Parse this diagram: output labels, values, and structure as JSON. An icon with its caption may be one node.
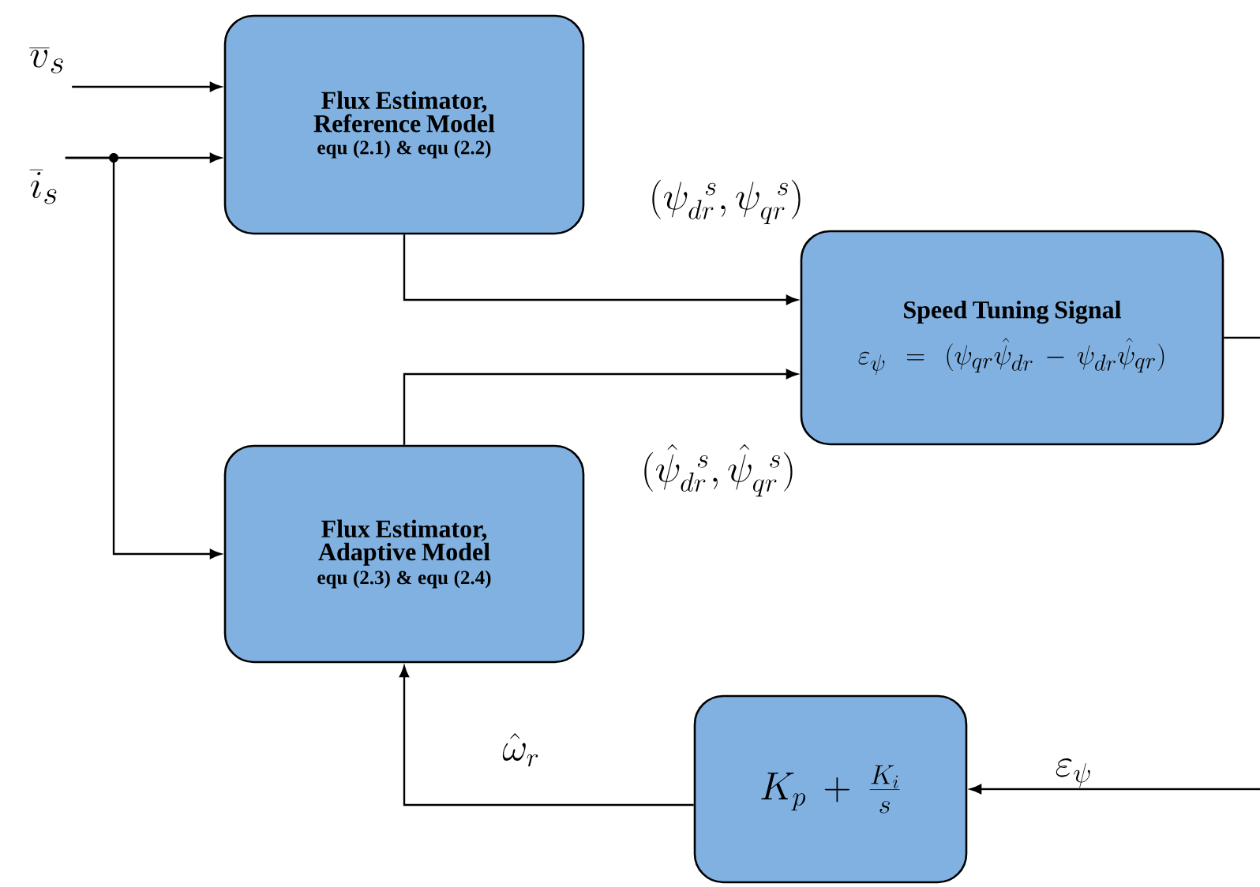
{
  "diagram": {
    "nodes": [
      {
        "text": [
          "\\overline{v}_s"
        ]
      },
      {
        "text": [
          "\\overline{i}_s"
        ]
      },
      {
        "text": [
          "Flux Estimator, Reference Model",
          "equ (2.1) & equ (2.2)"
        ]
      },
      {
        "text": [
          "Flux Estimator, Adaptive Model",
          "equ (2.3) & equ (2.4)"
        ]
      },
      {
        "text": [
          "Speed Tuning Signal",
          "\\varepsilon_\\psi = (\\psi_{qr}\\hat{\\psi}_{dr} - \\psi_{dr}\\hat{\\psi}_{qr})"
        ]
      },
      {
        "text": [
          "K_p + \\frac{K_i}{s}"
        ]
      }
    ],
    "edges": [
      {
        "from": 0,
        "to": 2,
        "arrow": "to"
      },
      {
        "from": 1,
        "to": 2,
        "arrow": "to"
      },
      {
        "from": 1,
        "to": 3,
        "arrow": "to"
      },
      {
        "from": 2,
        "to": 4,
        "arrow": "to",
        "label": "(\\psi_{dr}^{\\;\\;s},\\psi_{qr}^{\\;\\;s})"
      },
      {
        "from": 3,
        "to": 4,
        "arrow": "to",
        "label": "(\\hat{\\psi}_{dr}^{\\;\\;s},\\hat{\\psi}_{qr}^{\\;\\;s})"
      },
      {
        "from": 4,
        "to": null,
        "arrow": "none"
      },
      {
        "from": null,
        "to": 5,
        "arrow": "to",
        "label": "\\varepsilon_\\psi"
      },
      {
        "from": 5,
        "to": 3,
        "arrow": "to",
        "label": "\\hat{\\omega}_r"
      }
    ]
  }
}
